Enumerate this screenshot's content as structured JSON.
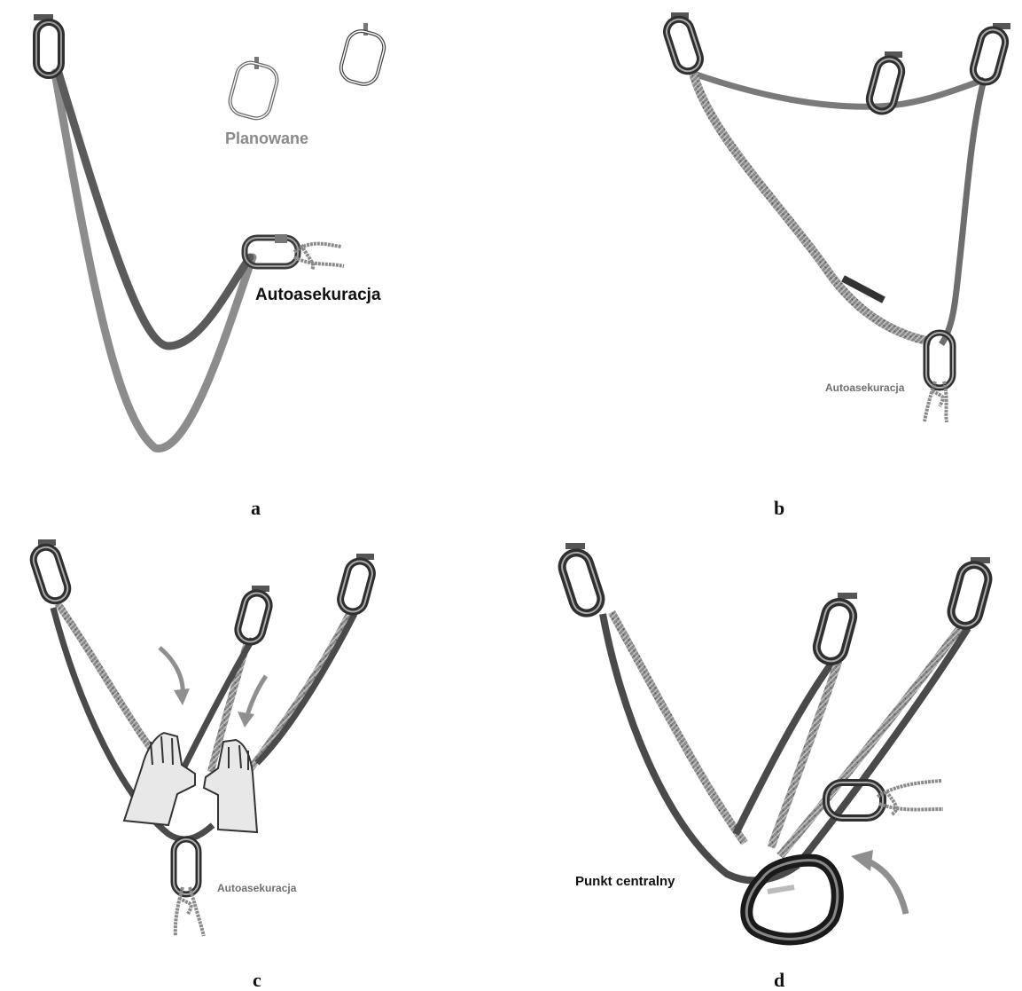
{
  "panels": [
    {
      "letter": "a",
      "labels": {
        "planned": "Planowane",
        "self_belay": "Autoasekuracja"
      }
    },
    {
      "letter": "b",
      "labels": {
        "self_belay": "Autoasekuracja"
      }
    },
    {
      "letter": "c",
      "labels": {
        "self_belay": "Autoasekuracja"
      }
    },
    {
      "letter": "d",
      "labels": {
        "central_point": "Punkt centralny"
      }
    }
  ],
  "colors": {
    "sling_dark": "#4a4a4a",
    "sling_mid": "#707070",
    "sling_light": "#8c8c8c",
    "rope_pattern": "#9a9a9a",
    "carabiner": "#333333",
    "planned_label": "#8a8a8a",
    "arrow": "#8f8f8f",
    "hand_fill": "#e8e8e8"
  },
  "icons": [
    "carabiner-icon",
    "anchor-bolt-icon",
    "sling-icon",
    "rope-knot-icon",
    "hand-icon",
    "arrow-icon"
  ]
}
